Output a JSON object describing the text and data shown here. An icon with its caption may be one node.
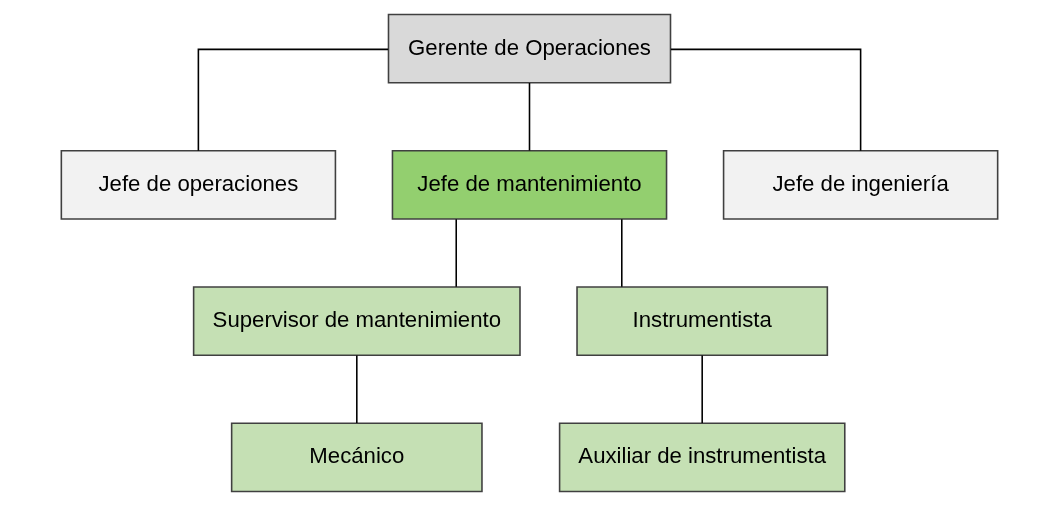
{
  "diagram": {
    "nodes": [
      {
        "text": [
          "Gerente de Operaciones"
        ]
      },
      {
        "text": [
          "Jefe de operaciones"
        ]
      },
      {
        "text": [
          "Jefe de mantenimiento"
        ]
      },
      {
        "text": [
          "Jefe de ingeniería"
        ]
      },
      {
        "text": [
          "Supervisor de mantenimiento"
        ]
      },
      {
        "text": [
          "Instrumentista"
        ]
      },
      {
        "text": [
          "Mecánico"
        ]
      },
      {
        "text": [
          "Auxiliar de instrumentista"
        ]
      }
    ],
    "edges": [
      {
        "from": 0,
        "to": 1,
        "arrow": "none"
      },
      {
        "from": 0,
        "to": 2,
        "arrow": "none"
      },
      {
        "from": 0,
        "to": 3,
        "arrow": "none"
      },
      {
        "from": 2,
        "to": 4,
        "arrow": "none"
      },
      {
        "from": 2,
        "to": 5,
        "arrow": "none"
      },
      {
        "from": 4,
        "to": 6,
        "arrow": "none"
      },
      {
        "from": 5,
        "to": 7,
        "arrow": "none"
      }
    ]
  }
}
